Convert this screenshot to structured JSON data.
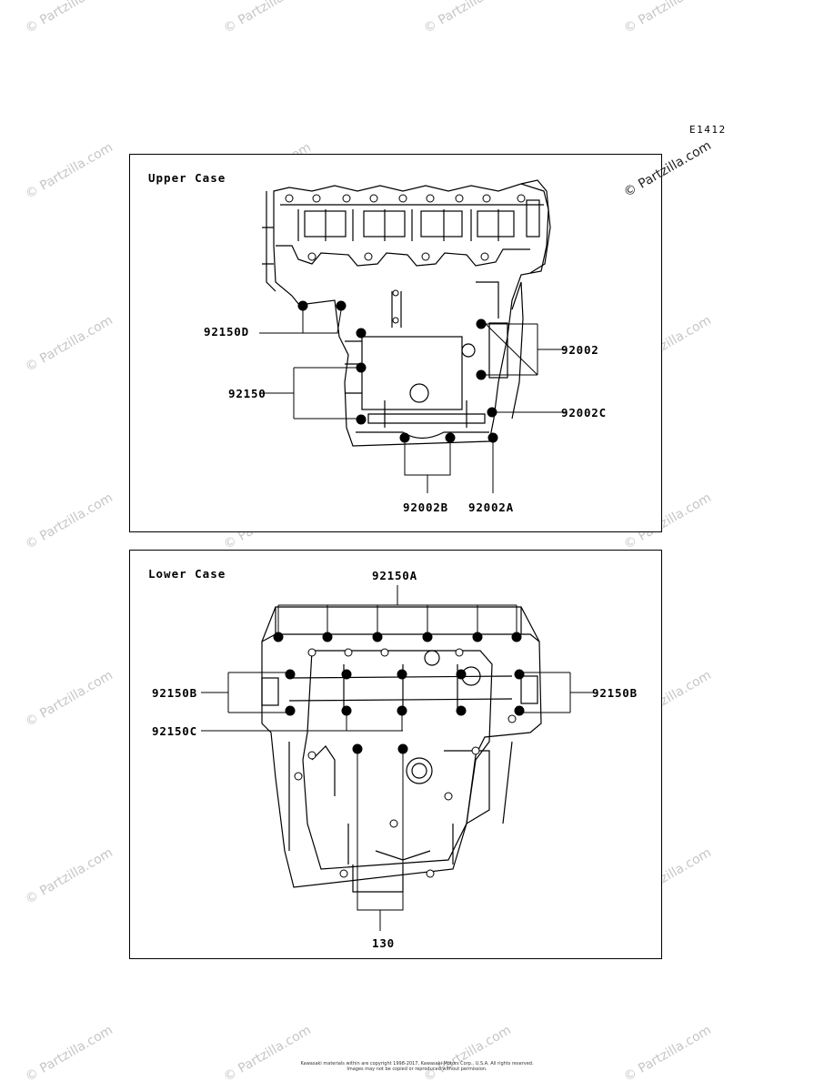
{
  "diagram_code": "E1412",
  "watermark": "© Partzilla.com",
  "upper_case": {
    "title": "Upper Case",
    "labels": {
      "l92150D": "92150D",
      "l92150": "92150",
      "l92002": "92002",
      "l92002C": "92002C",
      "l92002B": "92002B",
      "l92002A": "92002A"
    }
  },
  "lower_case": {
    "title": "Lower Case",
    "labels": {
      "l92150A": "92150A",
      "l92150B_left": "92150B",
      "l92150B_right": "92150B",
      "l92150C": "92150C",
      "l130": "130"
    }
  },
  "footer": {
    "line1": "Kawasaki materials within are copyright 1998-2017, Kawasaki Motors Corp., U.S.A. All rights reserved.",
    "line2": "Images may not be copied or reproduced without permission."
  }
}
